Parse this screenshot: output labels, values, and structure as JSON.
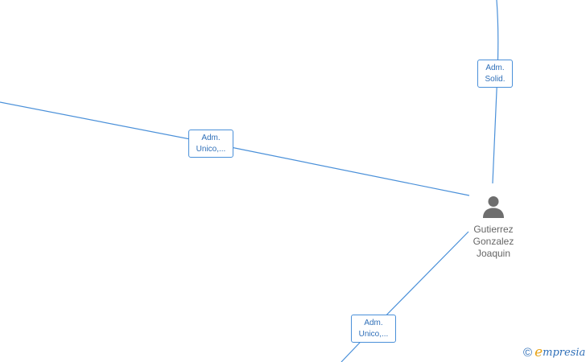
{
  "edges": [
    {
      "id": "top-right",
      "label_line1": "Adm.",
      "label_line2": "Solid."
    },
    {
      "id": "left",
      "label_line1": "Adm.",
      "label_line2": "Unico,..."
    },
    {
      "id": "bottom",
      "label_line1": "Adm.",
      "label_line2": "Unico,..."
    }
  ],
  "person": {
    "name_line1": "Gutierrez",
    "name_line2": "Gonzalez",
    "name_line3": "Joaquin",
    "icon": "person-icon"
  },
  "brand": {
    "copyright_symbol": "©",
    "logo_initial": "e",
    "logo_rest": "mpresia"
  },
  "colors": {
    "edge": "#4a90d9",
    "label_text": "#2f6fb8",
    "person_icon": "#6e6e6e",
    "person_text": "#666666",
    "brand_accent": "#e8a317"
  }
}
